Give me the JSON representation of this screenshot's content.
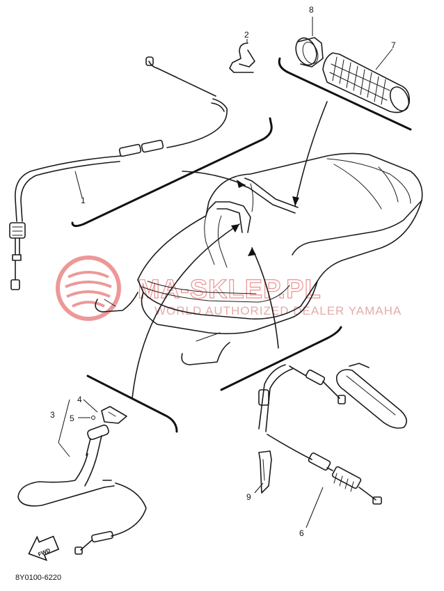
{
  "diagram": {
    "callouts": [
      "1",
      "2",
      "3",
      "4",
      "5",
      "6",
      "7",
      "8",
      "9"
    ],
    "drawing_code": "8Y0100-6220",
    "fwd_label": "FWD"
  },
  "watermark": {
    "main_text": "MA-SKLEP.PL",
    "sub_text": "WORLD AUTHORIZED DEALER YAMAHA",
    "color": "#dd3333"
  }
}
